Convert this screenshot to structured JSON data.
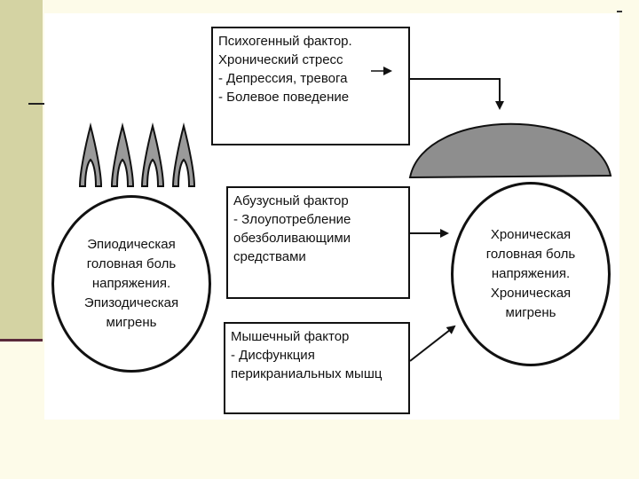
{
  "psychogenic_box": {
    "lines": [
      "Психогенный фактор.",
      "Хронический стресс",
      "- Депрессия, тревога",
      "- Болевое поведение"
    ]
  },
  "abuse_box": {
    "lines": [
      "Абузусный фактор",
      "- Злоупотребление",
      "обезболивающими",
      "средствами"
    ]
  },
  "muscle_box": {
    "lines": [
      "Мышечный фактор",
      "- Дисфункция",
      "перикраниальных мышц"
    ]
  },
  "left_circle": {
    "lines": [
      "Эпиодическая",
      "головная боль",
      "напряжения.",
      "Эпизодическая",
      "мигрень"
    ]
  },
  "right_circle": {
    "lines": [
      "Хроническая",
      "головная боль",
      "напряжения.",
      "Хроническая",
      "мигрень"
    ]
  },
  "colors": {
    "dome": "#8e8e8e",
    "flame": "#9a9a9a",
    "ink": "#111111"
  }
}
